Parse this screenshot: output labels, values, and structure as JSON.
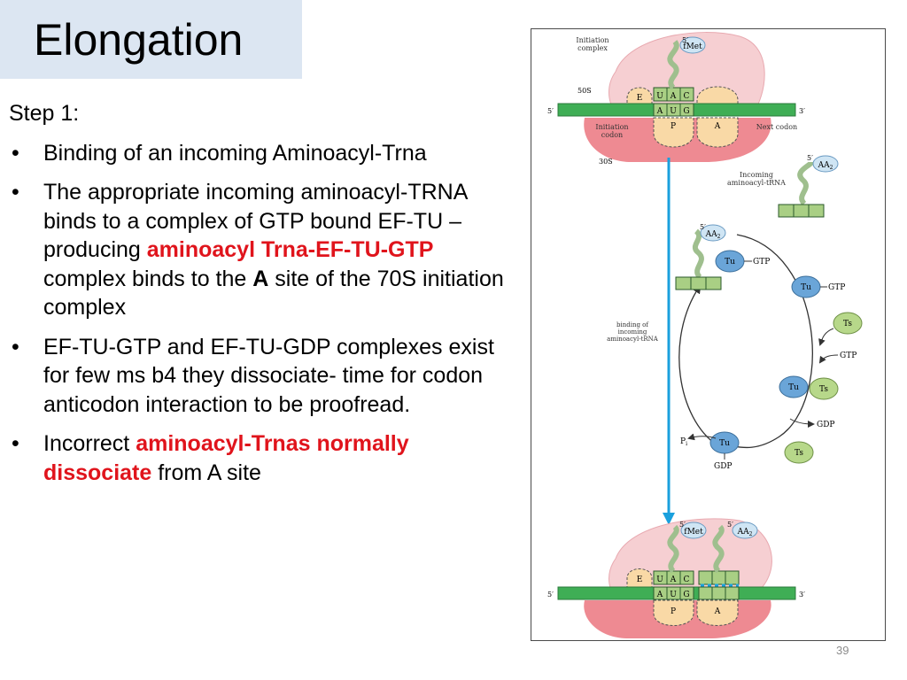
{
  "slide": {
    "title": "Elongation",
    "step_label": "Step 1:",
    "bullets": [
      [
        {
          "text": "Binding of an incoming Aminoacyl-Trna"
        }
      ],
      [
        {
          "text": "The appropriate incoming aminoacyl-TRNA binds to a complex of GTP bound EF-TU – producing "
        },
        {
          "text": "aminoacyl Trna-EF-TU-GTP",
          "style": "red"
        },
        {
          "text": " complex binds to the "
        },
        {
          "text": "A",
          "style": "bold"
        },
        {
          "text": " site of the 70S initiation complex"
        }
      ],
      [
        {
          "text": "EF-TU-GTP  and EF-TU-GDP complexes exist for few ms b4 they dissociate- time for codon anticodon interaction to be proofread."
        }
      ],
      [
        {
          "text": "Incorrect "
        },
        {
          "text": "aminoacyl-Trnas normally dissociate",
          "style": "red"
        },
        {
          "text": " from A site"
        }
      ]
    ],
    "bullet_char": "•",
    "page_number": "39"
  },
  "figure": {
    "initiation_complex": "Initiation complex",
    "subunit_50s": "50S",
    "subunit_30s": "30S",
    "five_prime": "5′",
    "three_prime": "3′",
    "fmet": "fMet",
    "aa2": "AA",
    "aa2_sub": "2",
    "site_e": "E",
    "site_p": "P",
    "site_a": "A",
    "anticodon": [
      "U",
      "A",
      "C"
    ],
    "codon": [
      "A",
      "U",
      "G"
    ],
    "initiation_codon": "Initiation codon",
    "next_codon": "Next codon",
    "incoming_trna": "Incoming aminoacyl-tRNA",
    "binding_label": "binding of incoming aminoacyl-tRNA",
    "tu": "Tu",
    "ts": "Ts",
    "gtp": "GTP",
    "gdp": "GDP",
    "pi": "P",
    "pi_sub": "i",
    "colors": {
      "ribosome_large": "#f6cfd2",
      "ribosome_small": "#ee8a92",
      "mrna": "#3fae55",
      "tu": "#6aa5d8",
      "ts": "#b7d88a",
      "arrow": "#1aa0dd",
      "site_fill": "#f9d9a6"
    }
  }
}
